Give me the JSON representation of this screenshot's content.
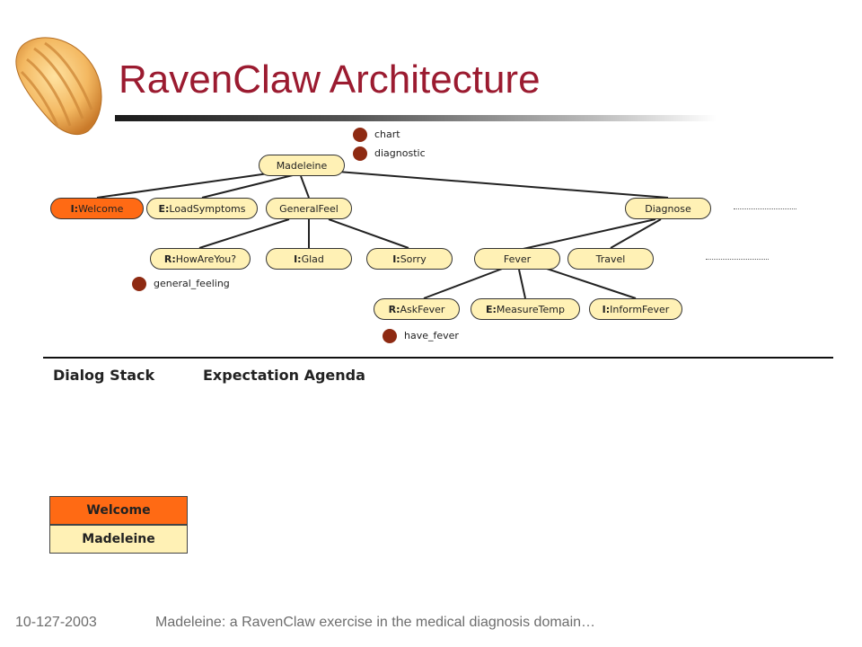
{
  "slide": {
    "title": "RavenClaw Architecture",
    "footer_date": "10-127-2003",
    "footer_text": "Madeleine: a RavenClaw exercise in the medical diagnosis domain…"
  },
  "colors": {
    "title": "#9b1b30",
    "node_fill": "#fff1b5",
    "active_fill": "#ff6a14",
    "concept_fill": "#8e2a12"
  },
  "tree": {
    "root": "Madeleine",
    "welcome": {
      "prefix": "I:",
      "label": "Welcome"
    },
    "load_symptoms": {
      "prefix": "E:",
      "label": "LoadSymptoms"
    },
    "general_feel": "GeneralFeel",
    "diagnose": "Diagnose",
    "how_are_you": {
      "prefix": "R:",
      "label": "HowAreYou?"
    },
    "glad": {
      "prefix": "I:",
      "label": "Glad"
    },
    "sorry": {
      "prefix": "I:",
      "label": "Sorry"
    },
    "fever": "Fever",
    "travel": "Travel",
    "ask_fever": {
      "prefix": "R:",
      "label": "AskFever"
    },
    "measure_temp": {
      "prefix": "E:",
      "label": "MeasureTemp"
    },
    "inform_fever": {
      "prefix": "I:",
      "label": "InformFever"
    }
  },
  "concepts": {
    "chart": "chart",
    "diagnostic": "diagnostic",
    "general_feeling": "general_feeling",
    "have_fever": "have_fever"
  },
  "sections": {
    "dialog_stack": "Dialog Stack",
    "expectation_agenda": "Expectation Agenda"
  },
  "dialog_stack": [
    "Welcome",
    "Madeleine"
  ]
}
